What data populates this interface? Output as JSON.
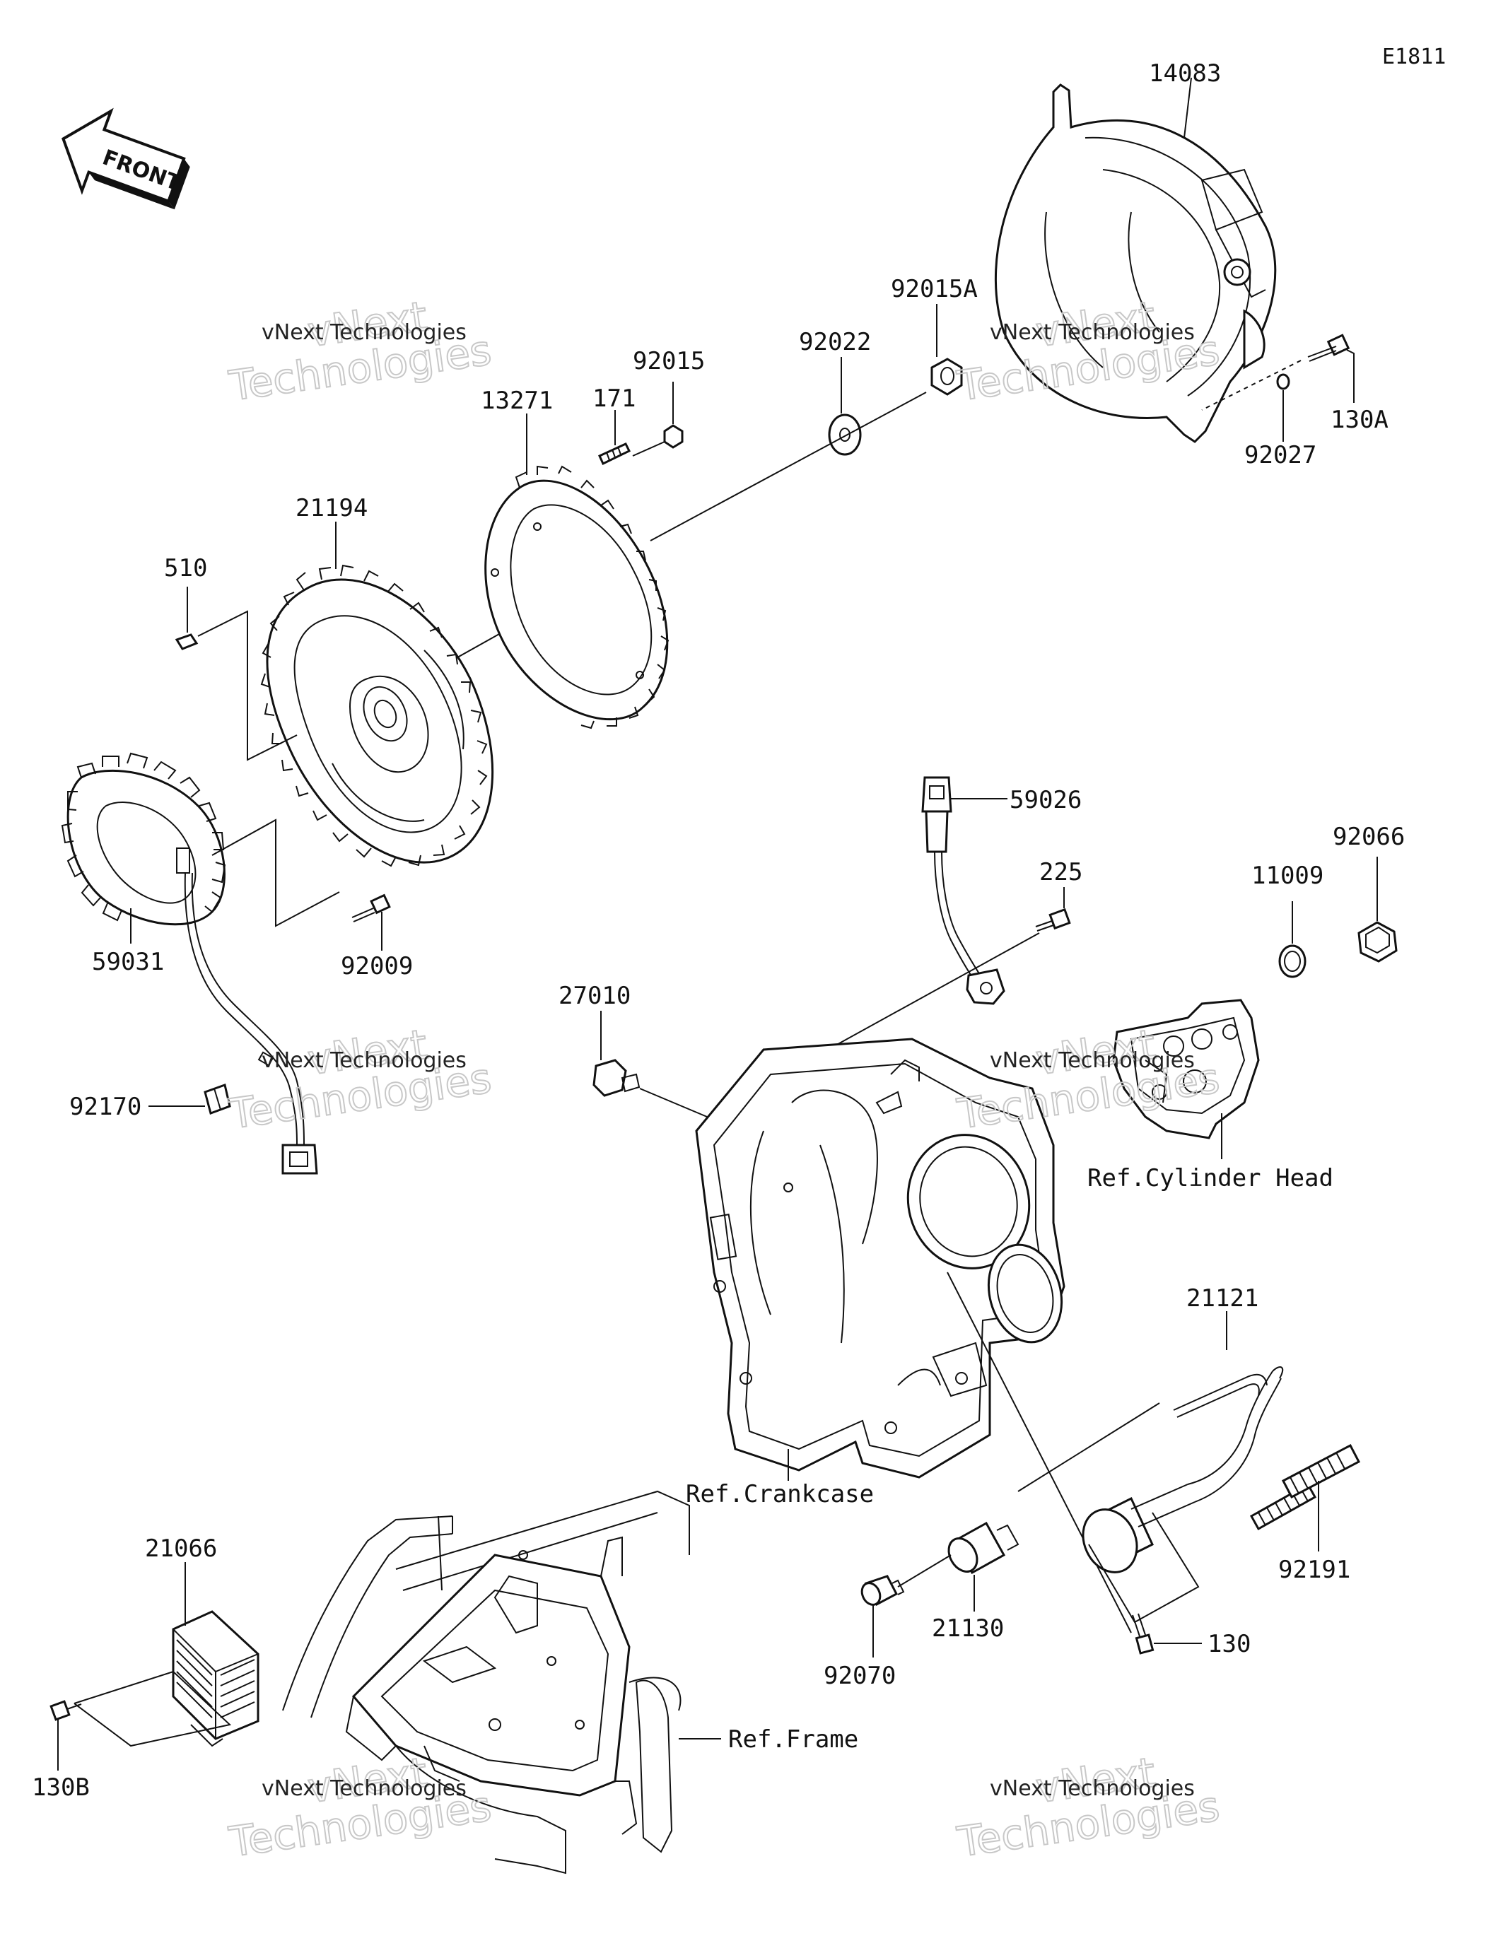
{
  "diagram": {
    "code": "E1811",
    "front_label": "FRONT",
    "watermark": {
      "line1": "vNext Technologies",
      "line2": "Technologies",
      "line3": "vNext"
    },
    "parts": {
      "p14083": "14083",
      "p92015A": "92015A",
      "p92022": "92022",
      "p92015": "92015",
      "p171": "171",
      "p13271": "13271",
      "p21194": "21194",
      "p510": "510",
      "p59031": "59031",
      "p92009": "92009",
      "p92170": "92170",
      "p130A": "130A",
      "p92027": "92027",
      "p59026": "59026",
      "p225": "225",
      "p27010": "27010",
      "p11009": "11009",
      "p92066": "92066",
      "p21121": "21121",
      "p92191": "92191",
      "p21130": "21130",
      "p92070": "92070",
      "p130": "130",
      "p21066": "21066",
      "p130B": "130B"
    },
    "refs": {
      "cylinder_head": "Ref.Cylinder Head",
      "crankcase": "Ref.Crankcase",
      "frame": "Ref.Frame"
    }
  }
}
